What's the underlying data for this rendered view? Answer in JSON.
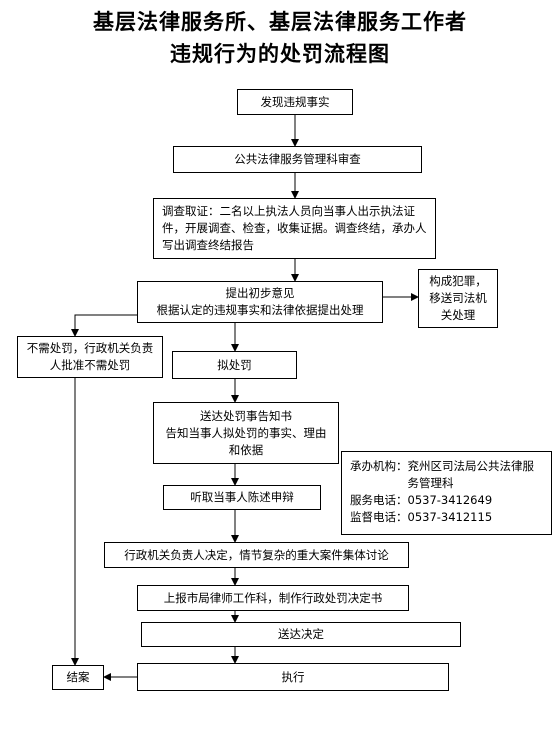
{
  "title": {
    "line1": "基层法律服务所、基层法律服务工作者",
    "line2": "违规行为的处罚流程图"
  },
  "steps": {
    "discover": "发现违规事实",
    "review": "公共法律服务管理科审查",
    "investigate": "调查取证：二名以上执法人员向当事人出示执法证件，开展调查、检查，收集证据。调查终结，承办人写出调查终结报告",
    "preliminary_1": "提出初步意见",
    "preliminary_2": "根据认定的违规事实和法律依据提出处理",
    "crime": "构成犯罪，移送司法机关处理",
    "no_penalty": "不需处罚，行政机关负责人批准不需处罚",
    "propose_penalty": "拟处罚",
    "notice_1": "送达处罚事告知书",
    "notice_2": "告知当事人拟处罚的事实、理由和依据",
    "hearing": "听取当事人陈述申辩",
    "decision_discuss": "行政机关负责人决定，情节复杂的重大案件集体讨论",
    "report": "上报市局律师工作科，制作行政处罚决定书",
    "deliver": "送达决定",
    "close": "结案",
    "execute": "执行"
  },
  "info": {
    "agency_label": "承办机构：",
    "agency_value": "兖州区司法局公共法律服务管理科",
    "phone_label": "服务电话：",
    "phone_value": "0537-3412649",
    "supervise_label": "监督电话：",
    "supervise_value": "0537-3412115"
  }
}
